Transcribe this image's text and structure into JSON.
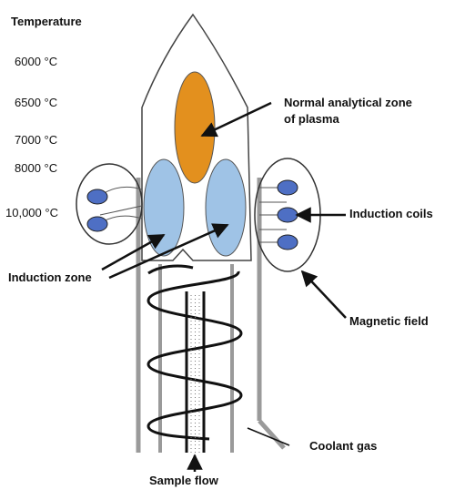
{
  "temperature_scale": {
    "heading": "Temperature",
    "values": [
      "6000 °C",
      "6500 °C",
      "7000 °C",
      "8000 °C",
      "10,000 °C"
    ]
  },
  "labels": {
    "analytical_zone": "Normal analytical zone",
    "analytical_zone_line2": "of plasma",
    "induction_coils": "Induction coils",
    "induction_zone": "Induction zone",
    "magnetic_field": "Magnetic field",
    "coolant_gas": "Coolant gas",
    "sample_flow": "Sample flow"
  },
  "colors": {
    "analytical_zone_fill": "#e3901e",
    "induction_zone_fill": "#9fc3e6",
    "coil_fill": "#4e6fc4",
    "outline": "#333333",
    "tube": "#9a9a9a"
  }
}
